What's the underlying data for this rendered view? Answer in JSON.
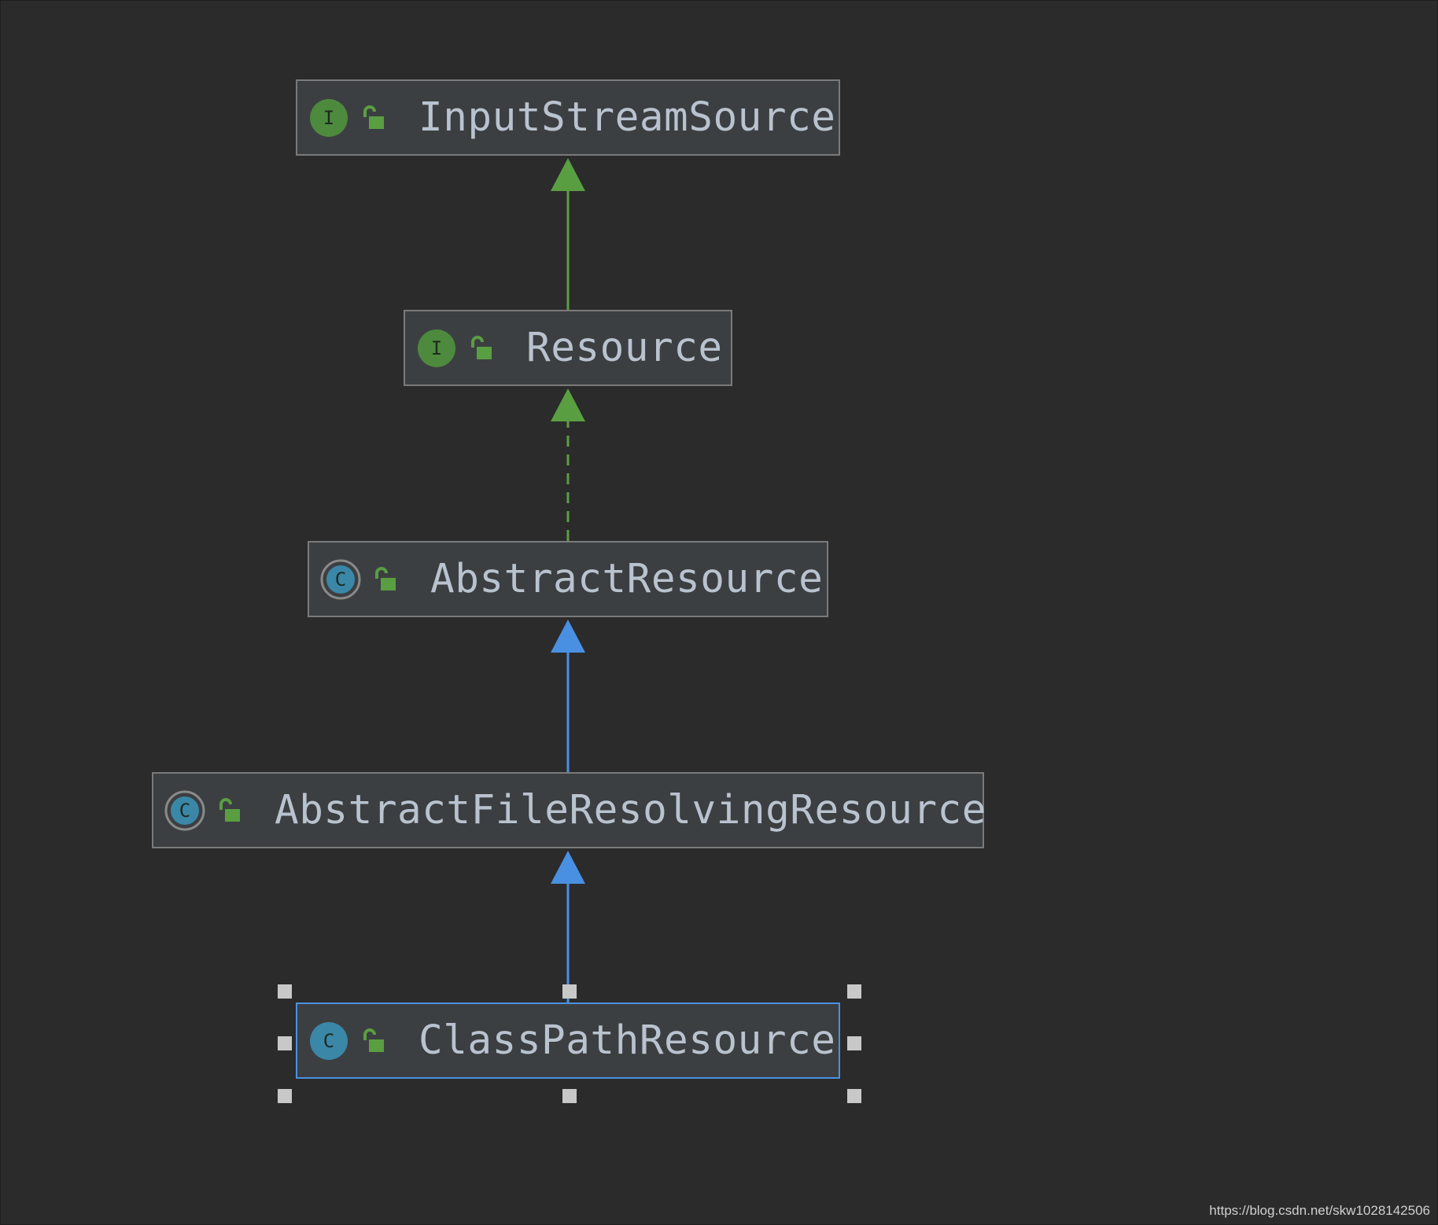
{
  "colors": {
    "background": "#2b2b2b",
    "node_fill": "#3c3f41",
    "node_border": "#7a7a7a",
    "selected_border": "#4a90e2",
    "label": "#b9c3cf",
    "interface_icon": "#4e8a3e",
    "class_icon": "#3a87a8",
    "lock": "#5a9e42",
    "implements_arrow": "#5a9e42",
    "extends_arrow": "#4a90e2"
  },
  "nodes": [
    {
      "id": "InputStreamSource",
      "label": "InputStreamSource",
      "kind": "interface",
      "kind_letter": "I",
      "kind_icon": "interface-icon",
      "access_icon": "unlock-icon"
    },
    {
      "id": "Resource",
      "label": "Resource",
      "kind": "interface",
      "kind_letter": "I",
      "kind_icon": "interface-icon",
      "access_icon": "unlock-icon"
    },
    {
      "id": "AbstractResource",
      "label": "AbstractResource",
      "kind": "abstract-class",
      "kind_letter": "C",
      "kind_icon": "abstract-class-icon",
      "access_icon": "unlock-icon"
    },
    {
      "id": "AbstractFileResolvingResource",
      "label": "AbstractFileResolvingResource",
      "kind": "abstract-class",
      "kind_letter": "C",
      "kind_icon": "abstract-class-icon",
      "access_icon": "unlock-icon"
    },
    {
      "id": "ClassPathResource",
      "label": "ClassPathResource",
      "kind": "class",
      "kind_letter": "C",
      "kind_icon": "class-icon",
      "access_icon": "unlock-icon",
      "selected": true
    }
  ],
  "edges": [
    {
      "from": "Resource",
      "to": "InputStreamSource",
      "type": "extends-interface",
      "style": "solid",
      "color": "green"
    },
    {
      "from": "AbstractResource",
      "to": "Resource",
      "type": "implements",
      "style": "dashed",
      "color": "green"
    },
    {
      "from": "AbstractFileResolvingResource",
      "to": "AbstractResource",
      "type": "extends",
      "style": "solid",
      "color": "blue"
    },
    {
      "from": "ClassPathResource",
      "to": "AbstractFileResolvingResource",
      "type": "extends",
      "style": "solid",
      "color": "blue"
    }
  ],
  "watermark": "https://blog.csdn.net/skw1028142506"
}
